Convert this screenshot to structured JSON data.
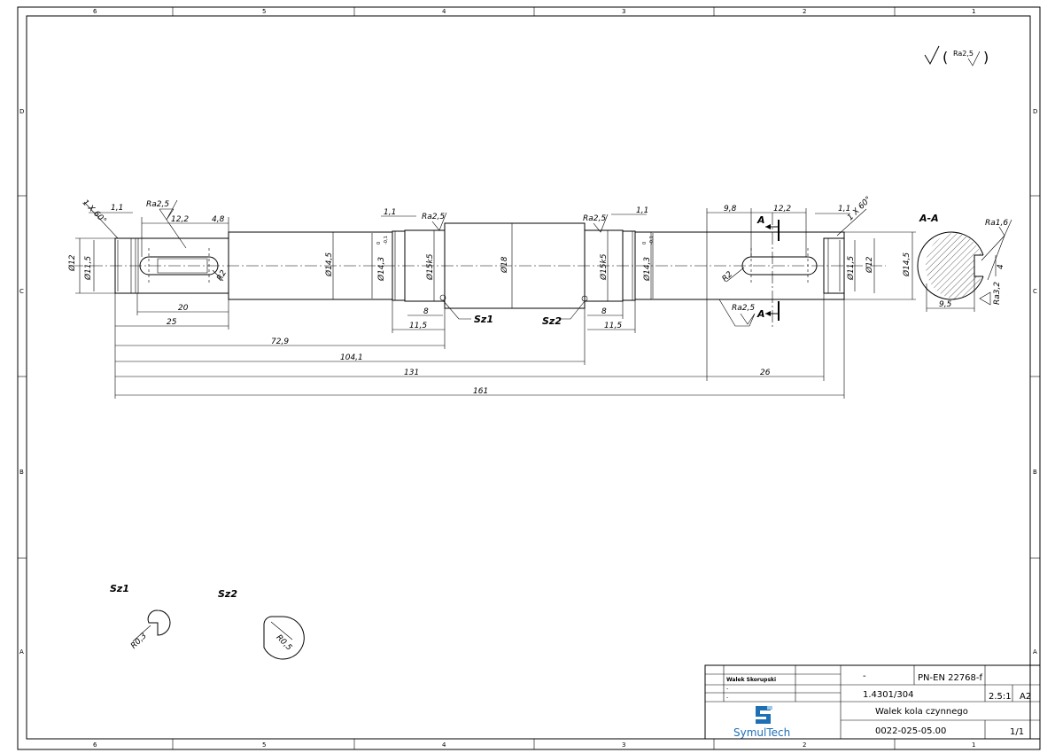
{
  "zones": {
    "columns": [
      "6",
      "5",
      "4",
      "3",
      "2",
      "1"
    ],
    "rows": [
      "D",
      "C",
      "B",
      "A"
    ]
  },
  "general_roughness": {
    "symbol": "√",
    "value": "Ra2,5",
    "open": "(",
    "close": ")"
  },
  "labels": {
    "chamfer_left": "1 X 60°",
    "chamfer_right": "1 X 60°",
    "ra25": "Ra2,5",
    "ra16": "Ra1,6",
    "ra32": "Ra3,2",
    "section_title": "A-A",
    "section_mark": "A",
    "sz1": "Sz1",
    "sz2": "Sz2",
    "tol_zero": "0",
    "tol_minus": "-0,1"
  },
  "dimensions": {
    "top_left_1_1": "1,1",
    "top_left_12_2": "12,2",
    "top_left_4_8": "4,8",
    "mid_left_1_1": "1,1",
    "mid_right_1_1": "1,1",
    "top_right_9_8": "9,8",
    "top_right_12_2": "12,2",
    "top_right_1_1": "1,1",
    "d20": "20",
    "d25": "25",
    "d8_left": "8",
    "d11_5_left": "11,5",
    "d8_right": "8",
    "d11_5_right": "11,5",
    "d72_9": "72,9",
    "d104_1": "104,1",
    "d131": "131",
    "d26": "26",
    "d161": "161",
    "r2_left": "R2",
    "r2_right": "R2",
    "dia12_left": "Ø12",
    "dia11_5_left": "Ø11,5",
    "dia14_5_left": "Ø14,5",
    "dia14_3_left": "Ø14,3",
    "dia15_left": "Ø15k5",
    "dia18": "Ø18",
    "dia15_right": "Ø15k5",
    "dia14_3_right": "Ø14,3",
    "dia11_5_right": "Ø11,5",
    "dia12_right": "Ø12",
    "dia14_5_right": "Ø14,5",
    "key_depth": "4",
    "key_width": "9,5",
    "sz1_radius": "R0,3",
    "sz2_radius": "R0,5"
  },
  "title_block": {
    "designer": "Walek Skorupski",
    "checked": "-",
    "approved": "-",
    "field_top": "-",
    "standard": "PN-EN 22768-f",
    "material": "1.4301/304",
    "scale": "2.5:1",
    "format": "A2",
    "name": "Walek kola czynnego",
    "number": "0022-025-05.00",
    "sheet": "1/1",
    "logo_text": "SymulTech",
    "logo_color": "#1f6fb5"
  }
}
